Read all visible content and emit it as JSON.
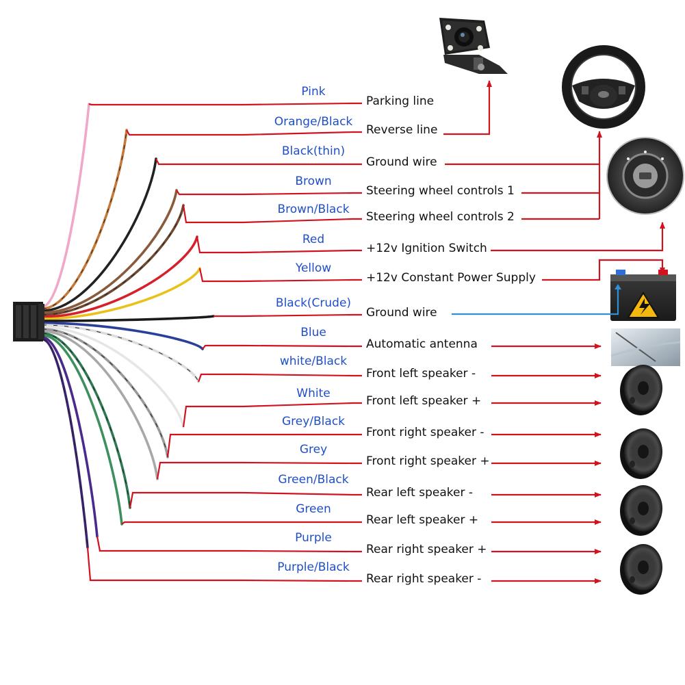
{
  "wires": [
    {
      "color_name": "Pink",
      "function": "Parking  line",
      "wire_color": "#f0a8c8",
      "stripe": "",
      "target": "camera"
    },
    {
      "color_name": "Orange/Black",
      "function": "Reverse line",
      "wire_color": "#c47a3a",
      "stripe": "#222222",
      "target": "camera"
    },
    {
      "color_name": "Black(thin)",
      "function": "Ground wire",
      "wire_color": "#222222",
      "stripe": "",
      "target": "steering-wheel"
    },
    {
      "color_name": "Brown",
      "function": "Steering wheel controls 1",
      "wire_color": "#8a5a3c",
      "stripe": "",
      "target": "steering-wheel"
    },
    {
      "color_name": "Brown/Black",
      "function": "Steering wheel controls 2",
      "wire_color": "#6e4a32",
      "stripe": "#222222",
      "target": "steering-wheel"
    },
    {
      "color_name": "Red",
      "function": "+12v Ignition Switch",
      "wire_color": "#d6202a",
      "stripe": "",
      "target": "ignition"
    },
    {
      "color_name": "Yellow",
      "function": "+12v Constant Power Supply",
      "wire_color": "#e8c21a",
      "stripe": "",
      "target": "battery"
    },
    {
      "color_name": "Black(Crude)",
      "function": "Ground wire",
      "wire_color": "#1a1a1a",
      "stripe": "",
      "target": "battery-ground"
    },
    {
      "color_name": "Blue",
      "function": "Automatic antenna",
      "wire_color": "#2a3f9a",
      "stripe": "",
      "target": "antenna"
    },
    {
      "color_name": "white/Black",
      "function": "Front left speaker -",
      "wire_color": "#dcdcdc",
      "stripe": "#222222",
      "target": "speaker"
    },
    {
      "color_name": "White",
      "function": "Front left speaker +",
      "wire_color": "#e6e6e6",
      "stripe": "",
      "target": "speaker"
    },
    {
      "color_name": "Grey/Black",
      "function": "Front right speaker -",
      "wire_color": "#9a9a9a",
      "stripe": "#222222",
      "target": "speaker"
    },
    {
      "color_name": "Grey",
      "function": "Front right speaker +",
      "wire_color": "#a8a8a8",
      "stripe": "",
      "target": "speaker"
    },
    {
      "color_name": "Green/Black",
      "function": "Rear left speaker -",
      "wire_color": "#2f7a52",
      "stripe": "#222222",
      "target": "speaker"
    },
    {
      "color_name": "Green",
      "function": "Rear left speaker +",
      "wire_color": "#3d8f5e",
      "stripe": "",
      "target": "speaker"
    },
    {
      "color_name": "Purple",
      "function": "Rear right speaker +",
      "wire_color": "#4a2a8a",
      "stripe": "",
      "target": "speaker"
    },
    {
      "color_name": "Purple/Black",
      "function": "Rear right speaker -",
      "wire_color": "#3a2470",
      "stripe": "#222222",
      "target": "speaker"
    }
  ],
  "colors": {
    "label_blue": "#1f4fc8",
    "leader_red": "#d0131f",
    "ground_blue": "#2f8fd8",
    "text": "#111111"
  },
  "icons": [
    "camera-icon",
    "steering-wheel-icon",
    "ignition-switch-icon",
    "battery-icon",
    "antenna-icon",
    "speaker-icon",
    "connector-icon"
  ]
}
